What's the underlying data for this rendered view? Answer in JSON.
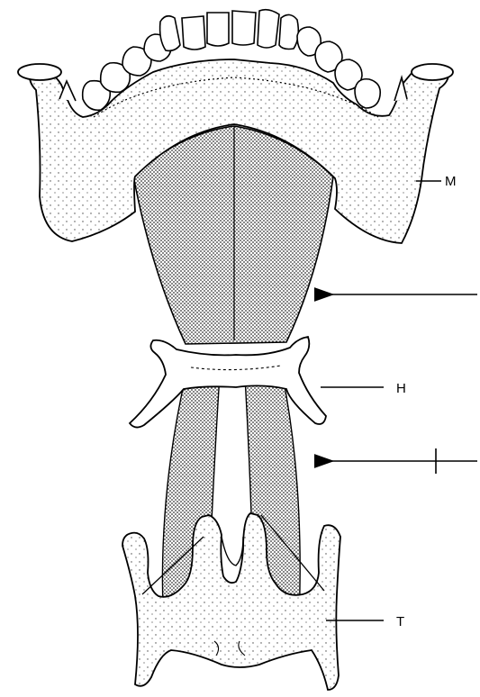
{
  "figure": {
    "background": "#ffffff",
    "ink": "#000000",
    "stipple": "#333333",
    "labels": {
      "mandible": "M",
      "hyoid": "H",
      "thyroid": "T"
    },
    "arrows": [
      {
        "name": "upper-arrow",
        "crossbar": false
      },
      {
        "name": "lower-arrow",
        "crossbar": true
      }
    ]
  }
}
